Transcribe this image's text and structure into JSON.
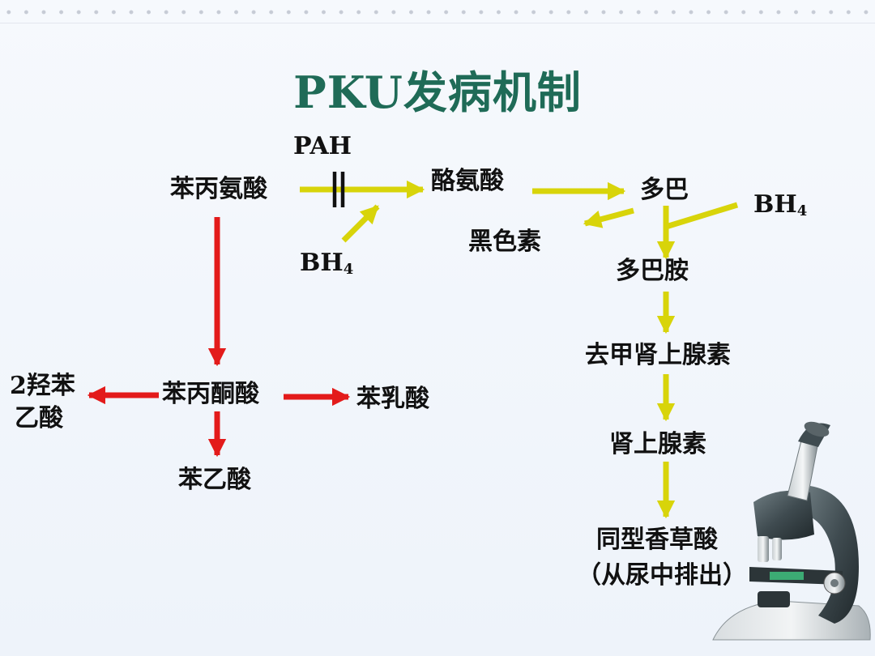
{
  "title": "PKU发病机制",
  "nodes": {
    "phenylalanine": "苯丙氨酸",
    "tyrosine": "酪氨酸",
    "dopa": "多巴",
    "melanin": "黑色素",
    "dopamine": "多巴胺",
    "norepinephrine": "去甲肾上腺素",
    "epinephrine": "肾上腺素",
    "hva_line1": "同型香草酸",
    "hva_line2": "（从尿中排出）",
    "phenylpyruvate": "苯丙酮酸",
    "hydroxyphenylacetate_line1": "2羟苯",
    "hydroxyphenylacetate_line2": "乙酸",
    "phenyllactate": "苯乳酸",
    "phenylacetate": "苯乙酸"
  },
  "labels": {
    "enzyme": "PAH",
    "cofactor1_main": "BH",
    "cofactor1_sub": "4",
    "cofactor2_main": "BH",
    "cofactor2_sub": "4"
  },
  "colors": {
    "title": "#1f6b57",
    "normal_pathway": "#d8d40a",
    "abnormal_pathway": "#e31b1b",
    "block_mark": "#111111"
  },
  "icons": {
    "block": "double-bar-block-icon",
    "decoration": "microscope-icon"
  }
}
